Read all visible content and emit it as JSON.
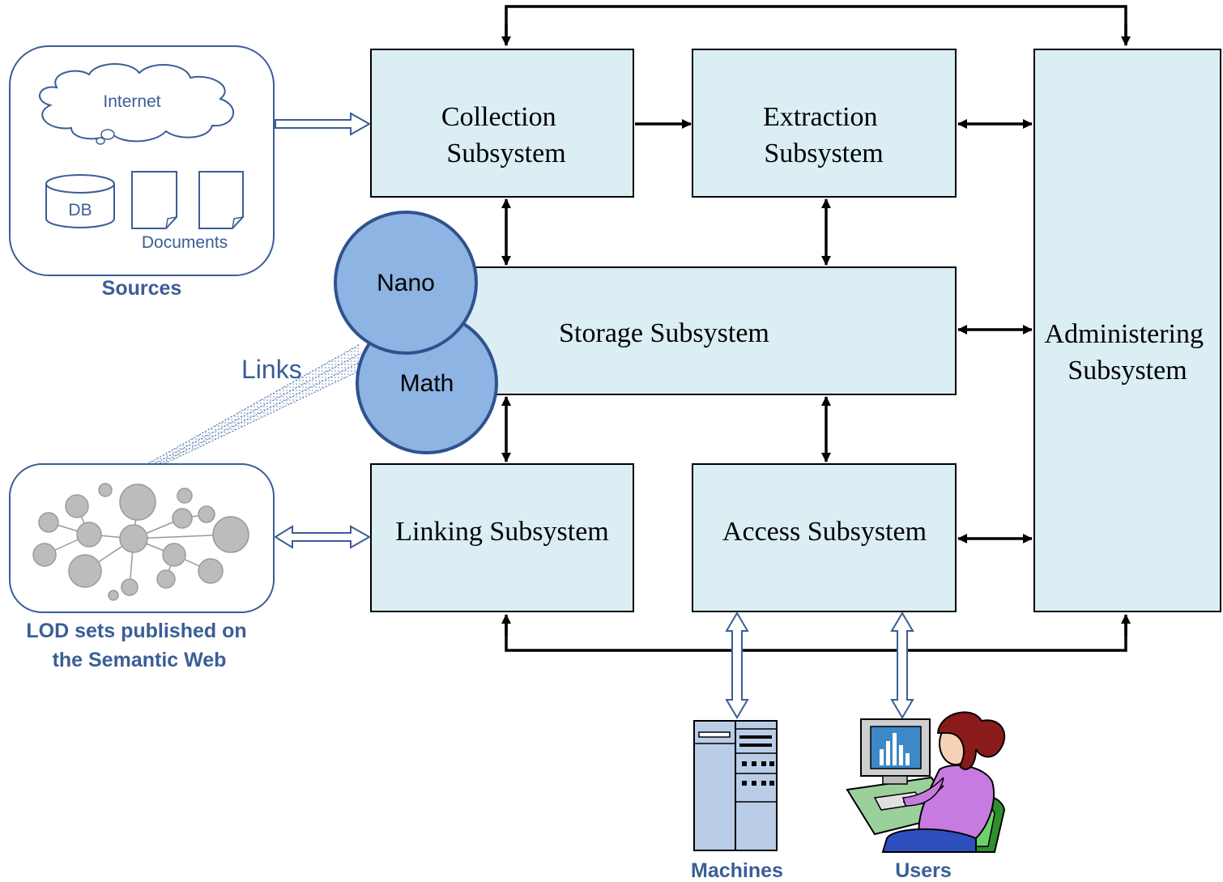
{
  "subsystems": {
    "collection": [
      "Collection",
      "Subsystem"
    ],
    "extraction": [
      "Extraction",
      "Subsystem"
    ],
    "storage": "Storage Subsystem",
    "administering": [
      "Administering",
      "Subsystem"
    ],
    "linking": "Linking Subsystem",
    "access": "Access Subsystem"
  },
  "sources": {
    "internet": "Internet",
    "db": "DB",
    "documents": "Documents",
    "caption": "Sources"
  },
  "lod": {
    "caption": [
      "LOD sets published on",
      "the Semantic Web"
    ]
  },
  "links_label": "Links",
  "collections": {
    "nano": "Nano",
    "math": "Math"
  },
  "clients": {
    "machines": "Machines",
    "users": "Users"
  },
  "colors": {
    "box_fill": "#dbeef3",
    "circle_fill": "#8eb4e3",
    "circle_stroke": "#2f528f",
    "label_blue": "#3a5e96"
  }
}
